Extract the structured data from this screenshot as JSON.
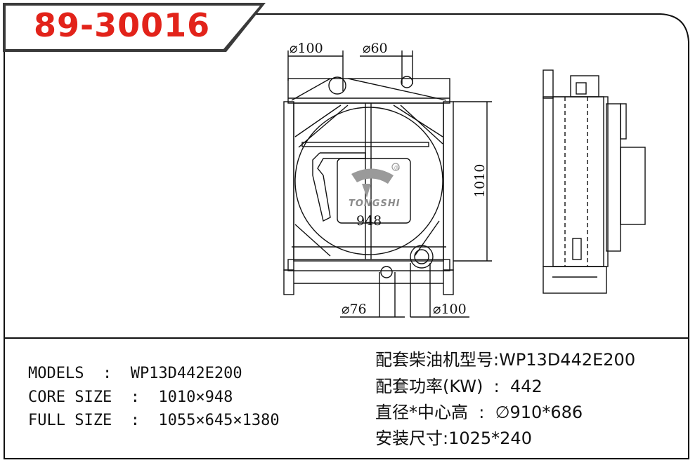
{
  "title": "89-30016",
  "brand": {
    "name": "TONGSHI",
    "registered_mark": "®"
  },
  "dimensions": {
    "top_left_diameter": "⌀100",
    "top_right_diameter": "⌀60",
    "height": "1010",
    "width": "948",
    "bottom_left_diameter": "⌀76",
    "bottom_right_diameter": "⌀100"
  },
  "specs_left": {
    "models": "MODELS  :  WP13D442E200",
    "core_size": "CORE SIZE  :  1010×948",
    "full_size": "FULL SIZE  :  1055×645×1380"
  },
  "specs_right": {
    "engine_model": "配套柴油机型号:WP13D442E200",
    "power": "配套功率(KW)  :  442",
    "diameter_center_height": "直径*中心高  :  ∅910*686",
    "mount_size": "安装尺寸:1025*240"
  },
  "colors": {
    "title_red": "#e2231a",
    "title_band": "#3a3a3a",
    "line": "#111111",
    "logo_gray": "#9a9a9a"
  }
}
